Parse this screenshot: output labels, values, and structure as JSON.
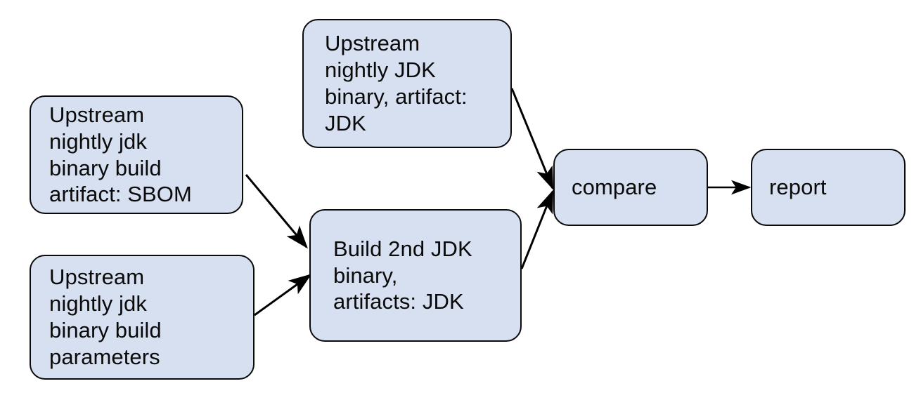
{
  "diagram": {
    "type": "flowchart",
    "background_color": "#ffffff",
    "node_fill_color": "#d7e0f0",
    "node_border_color": "#0a0a0a",
    "edge_color": "#000000",
    "nodes": [
      {
        "id": "upstream-sbom",
        "label": "Upstream\nnightly jdk\nbinary build\nartifact: SBOM"
      },
      {
        "id": "upstream-params",
        "label": "Upstream\nnightly jdk\nbinary build\nparameters"
      },
      {
        "id": "upstream-jdk",
        "label": "Upstream\nnightly JDK\nbinary, artifact:\nJDK"
      },
      {
        "id": "build-2nd-jdk",
        "label": "Build 2nd JDK\nbinary,\nartifacts: JDK"
      },
      {
        "id": "compare",
        "label": "compare"
      },
      {
        "id": "report",
        "label": "report"
      }
    ],
    "edges": [
      {
        "id": "sbom-to-build",
        "from": "upstream-sbom",
        "to": "build-2nd-jdk",
        "label": ""
      },
      {
        "id": "params-to-build",
        "from": "upstream-params",
        "to": "build-2nd-jdk",
        "label": ""
      },
      {
        "id": "jdk-to-compare",
        "from": "upstream-jdk",
        "to": "compare",
        "label": ""
      },
      {
        "id": "build-to-compare",
        "from": "build-2nd-jdk",
        "to": "compare",
        "label": ""
      },
      {
        "id": "compare-to-report",
        "from": "compare",
        "to": "report",
        "label": ""
      }
    ]
  }
}
